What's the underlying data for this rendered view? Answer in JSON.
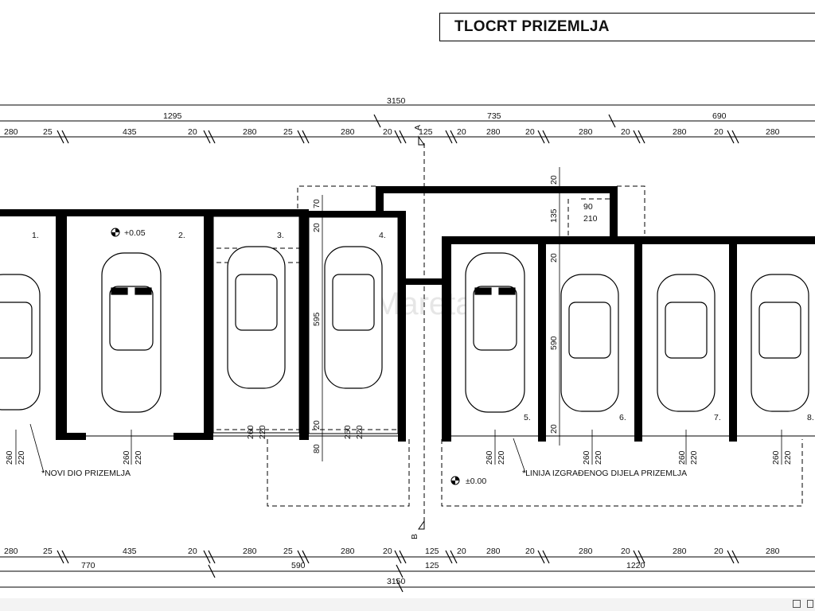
{
  "title": "TLOCRT PRIZEMLJA",
  "dims_top_total": "3150",
  "dims_top_groups": [
    "1295",
    "735",
    "690"
  ],
  "dims_top_row": [
    "280",
    "25",
    "435",
    "20",
    "280",
    "25",
    "280",
    "20",
    "125",
    "20",
    "280",
    "20",
    "280",
    "20",
    "280",
    "20"
  ],
  "dims_bottom_row": [
    "280",
    "25",
    "435",
    "20",
    "280",
    "25",
    "280",
    "20",
    "125",
    "20",
    "280",
    "20",
    "280",
    "20",
    "280"
  ],
  "dims_bottom_groups": [
    "770",
    "590",
    "1220"
  ],
  "dims_bottom_total": "3150",
  "bays": [
    "1.",
    "2.",
    "3.",
    "4.",
    "5.",
    "6.",
    "7.",
    "8."
  ],
  "level_upper": "+0.05",
  "level_lower": "±0.00",
  "note_new": "*NOVI DIO PRIZEMLJA",
  "note_line": "*LINIJA IZGRAĐENOG DIJELA PRIZEMLJA",
  "v_dims": [
    "70",
    "20",
    "595",
    "20",
    "80",
    "20",
    "135",
    "20",
    "590",
    "90",
    "210"
  ],
  "door_dims": [
    "260",
    "220"
  ],
  "section_a": "A",
  "section_b": "B",
  "watermark": "Mareta"
}
